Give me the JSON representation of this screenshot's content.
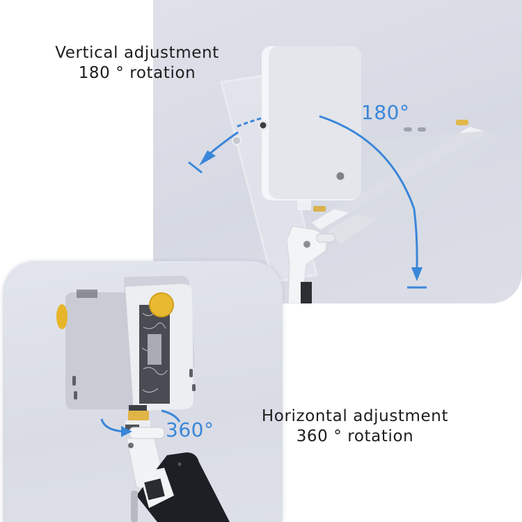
{
  "top_section": {
    "caption_line1": "Vertical adjustment",
    "caption_line2": "180 ° rotation",
    "angle_label": "180°"
  },
  "bottom_section": {
    "caption_line1": "Horizontal adjustment",
    "caption_line2": "360 ° rotation",
    "angle_label": "360°"
  },
  "colors": {
    "accent_blue": "#3a86d8",
    "panel_bg": "#d9dce5",
    "knob_yellow": "#e8b931",
    "text": "#1d1d1d"
  },
  "icons": [
    "curved-arrow-left-icon",
    "curved-arrow-down-icon",
    "rotate-arrow-icon"
  ]
}
